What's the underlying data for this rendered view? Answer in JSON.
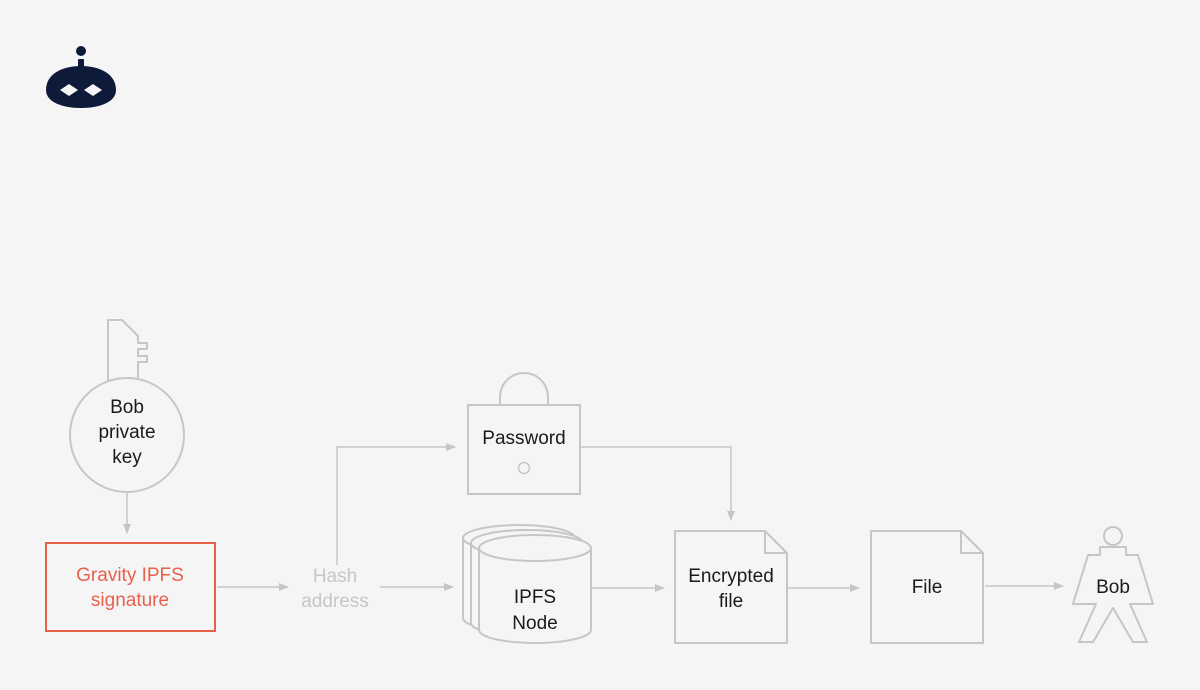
{
  "logo": {
    "name": "gravity-logo"
  },
  "colors": {
    "background": "#f5f5f5",
    "stroke": "#c6c6c6",
    "text": "#1a1a1a",
    "accent": "#e8604c",
    "muted": "#c6c6c6",
    "logo": "#0e1a3a"
  },
  "nodes": {
    "key": {
      "line1": "Bob",
      "line2": "private",
      "line3": "key"
    },
    "signature": {
      "line1": "Gravity IPFS",
      "line2": "signature"
    },
    "hash": {
      "line1": "Hash",
      "line2": "address"
    },
    "password": {
      "label": "Password"
    },
    "ipfs": {
      "line1": "IPFS",
      "line2": "Node"
    },
    "encrypted": {
      "line1": "Encrypted",
      "line2": "file"
    },
    "file": {
      "label": "File"
    },
    "bob": {
      "label": "Bob"
    }
  }
}
